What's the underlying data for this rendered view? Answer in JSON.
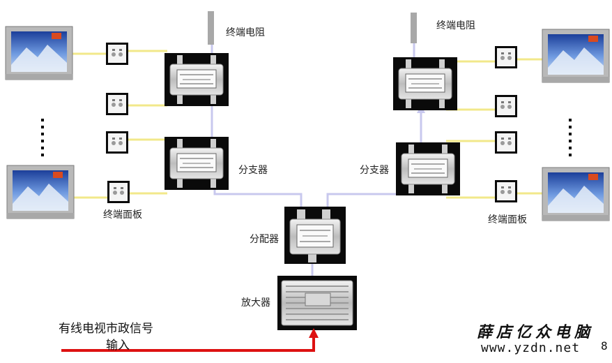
{
  "labels": {
    "terminal_resistor": "终端电阻",
    "splitter_branch": "分支器",
    "terminal_panel": "终端面板",
    "distributor": "分配器",
    "amplifier": "放大器",
    "input_line1": "有线电视市政信号",
    "input_line2": "输入"
  },
  "brand": {
    "name": "薛店亿众电脑",
    "url": "www.yzdn.net",
    "suffix": "8"
  },
  "colors": {
    "panel_line": "#f2e88a",
    "trunk_line": "#c8c8ee",
    "input_line": "#dd1111",
    "device_bg": "#0a0a0a",
    "tv_frame": "#b9b9b9",
    "tv_screen": "#3f6fc4"
  }
}
